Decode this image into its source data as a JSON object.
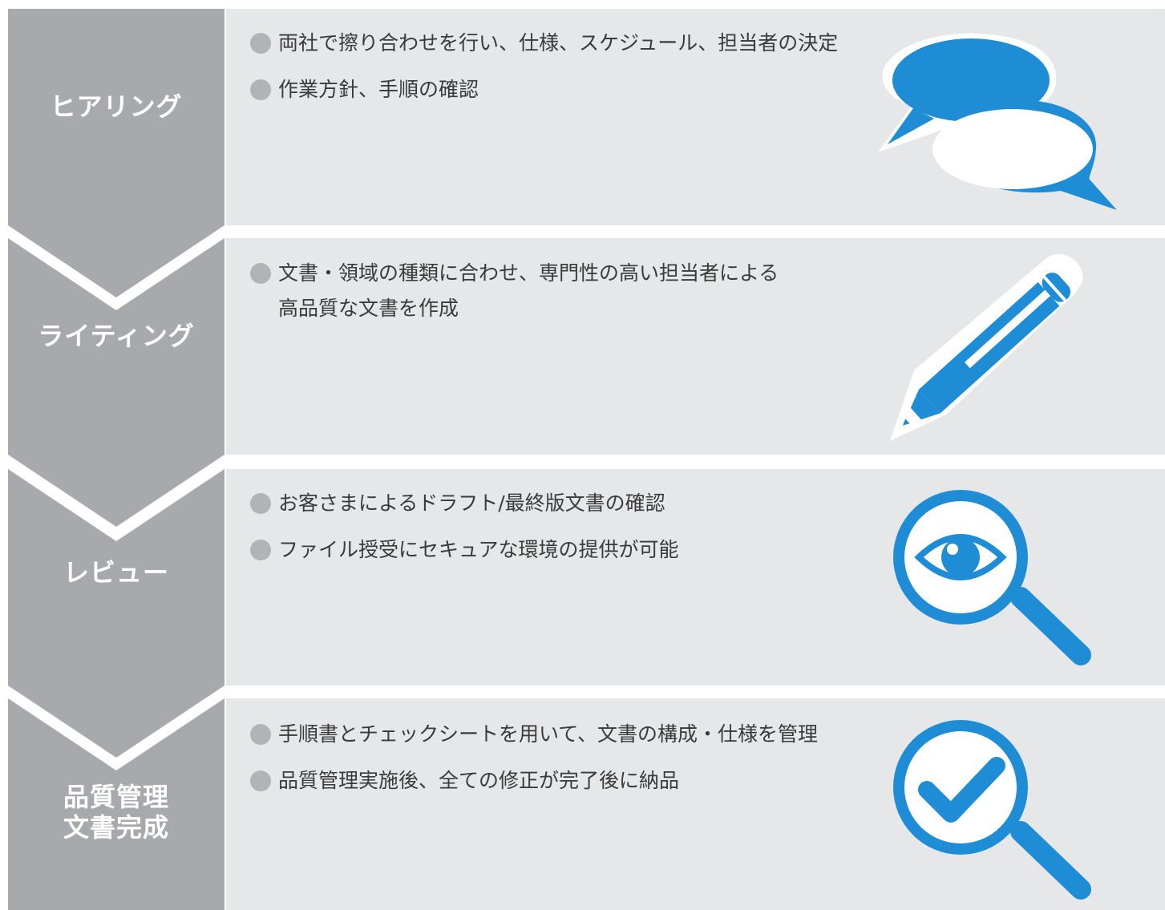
{
  "steps": [
    {
      "label": [
        "ヒアリング"
      ],
      "bullets": [
        [
          "両社で擦り合わせを行い、仕様、スケジュール、担当者の決定"
        ],
        [
          "作業方針、手順の確認"
        ]
      ],
      "icon": "speech-bubbles-icon"
    },
    {
      "label": [
        "ライティング"
      ],
      "bullets": [
        [
          "文書・領域の種類に合わせ、専門性の高い担当者による",
          "高品質な文書を作成"
        ]
      ],
      "icon": "pencil-icon"
    },
    {
      "label": [
        "レビュー"
      ],
      "bullets": [
        [
          "お客さまによるドラフト/最終版文書の確認"
        ],
        [
          "ファイル授受にセキュアな環境の提供が可能"
        ]
      ],
      "icon": "magnifier-eye-icon"
    },
    {
      "label": [
        "品質管理",
        "文書完成"
      ],
      "bullets": [
        [
          "手順書とチェックシートを用いて、文書の構成・仕様を管理"
        ],
        [
          "品質管理実施後、全ての修正が完了後に納品"
        ]
      ],
      "icon": "magnifier-check-icon"
    }
  ],
  "colors": {
    "chevron": "#a7a9ac",
    "panel": "#e6e7e8",
    "accent": "#1f8dd6",
    "bullet": "#b1b3b6",
    "text": "#3a3a3a"
  }
}
